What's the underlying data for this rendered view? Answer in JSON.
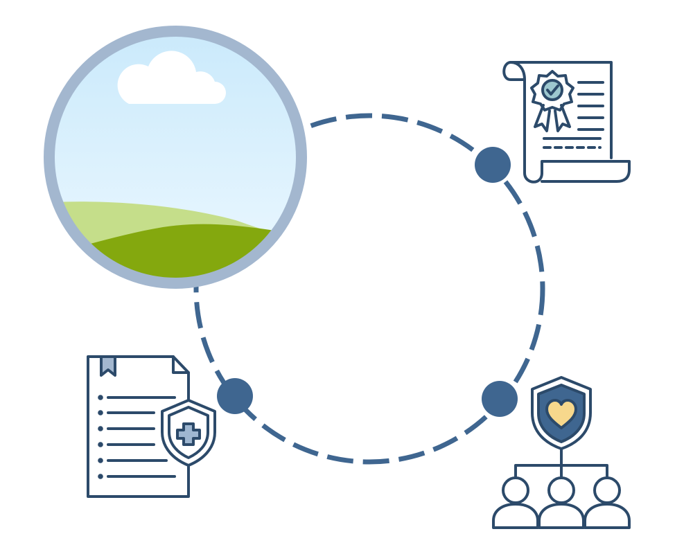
{
  "diagram": {
    "nodes": [
      {
        "id": "landscape-photo",
        "icon": "landscape-image-placeholder"
      },
      {
        "id": "certificate",
        "icon": "certificate-scroll-icon"
      },
      {
        "id": "insurance-document",
        "icon": "health-insurance-document-icon"
      },
      {
        "id": "family-protection",
        "icon": "family-protection-shield-icon"
      }
    ],
    "connector": "dashed-circle"
  },
  "colors": {
    "primary": "#3f6690",
    "outline": "#2c4a6a",
    "frame": "#a3b7cf",
    "sky_top": "#c9e9fb",
    "sky_bottom": "#eef9ff",
    "hill_light": "#c5de8a",
    "hill_dark": "#84a80e",
    "heart": "#f7d88c",
    "bookmark": "#a3b7cf",
    "cross_fill": "#9fb7d1",
    "check_fill": "#9dc7cf"
  }
}
